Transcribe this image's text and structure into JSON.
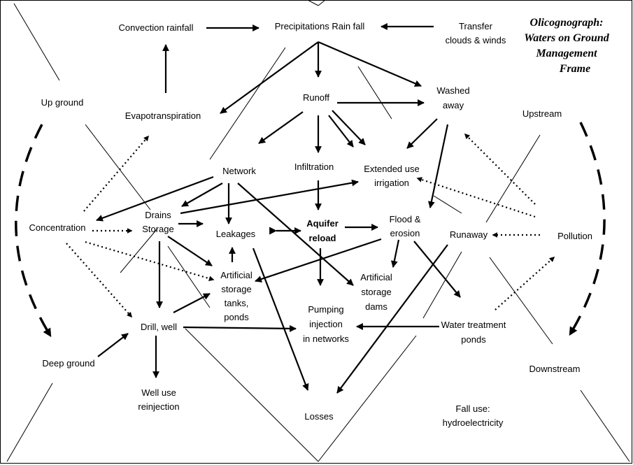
{
  "title": [
    "Olicognograph:",
    "Waters on Ground",
    "Management",
    "Frame"
  ],
  "nodes": {
    "convection_rainfall": "Convection rainfall",
    "precipitations": "Precipitations Rain fall",
    "transfer_clouds": [
      "Transfer",
      "clouds & winds"
    ],
    "up_ground": "Up ground",
    "evapotranspiration": "Evapotranspiration",
    "runoff": "Runoff",
    "washed_away": [
      "Washed",
      "away"
    ],
    "upstream": "Upstream",
    "network": "Network",
    "infiltration": "Infiltration",
    "extended_use": [
      "Extended use",
      "irrigation"
    ],
    "concentration": "Concentration",
    "drains_storage": [
      "Drains",
      "Storage"
    ],
    "leakages": "Leakages",
    "aquifer_reload": [
      "Aquifer",
      "reload"
    ],
    "flood_erosion": [
      "Flood &",
      "erosion"
    ],
    "runaway": "Runaway",
    "pollution": "Pollution",
    "artificial_tanks": [
      "Artificial",
      "storage",
      "tanks,",
      "ponds"
    ],
    "artificial_dams": [
      "Artificial",
      "storage",
      "dams"
    ],
    "pumping_injection": [
      "Pumping",
      "injection",
      "in networks"
    ],
    "water_treatment": [
      "Water treatment",
      "ponds"
    ],
    "drill_well": "Drill, well",
    "deep_ground": "Deep ground",
    "downstream": "Downstream",
    "well_use": [
      "Well use",
      "reinjection"
    ],
    "losses": "Losses",
    "fall_use": [
      "Fall use:",
      "hydroelectricity"
    ]
  }
}
